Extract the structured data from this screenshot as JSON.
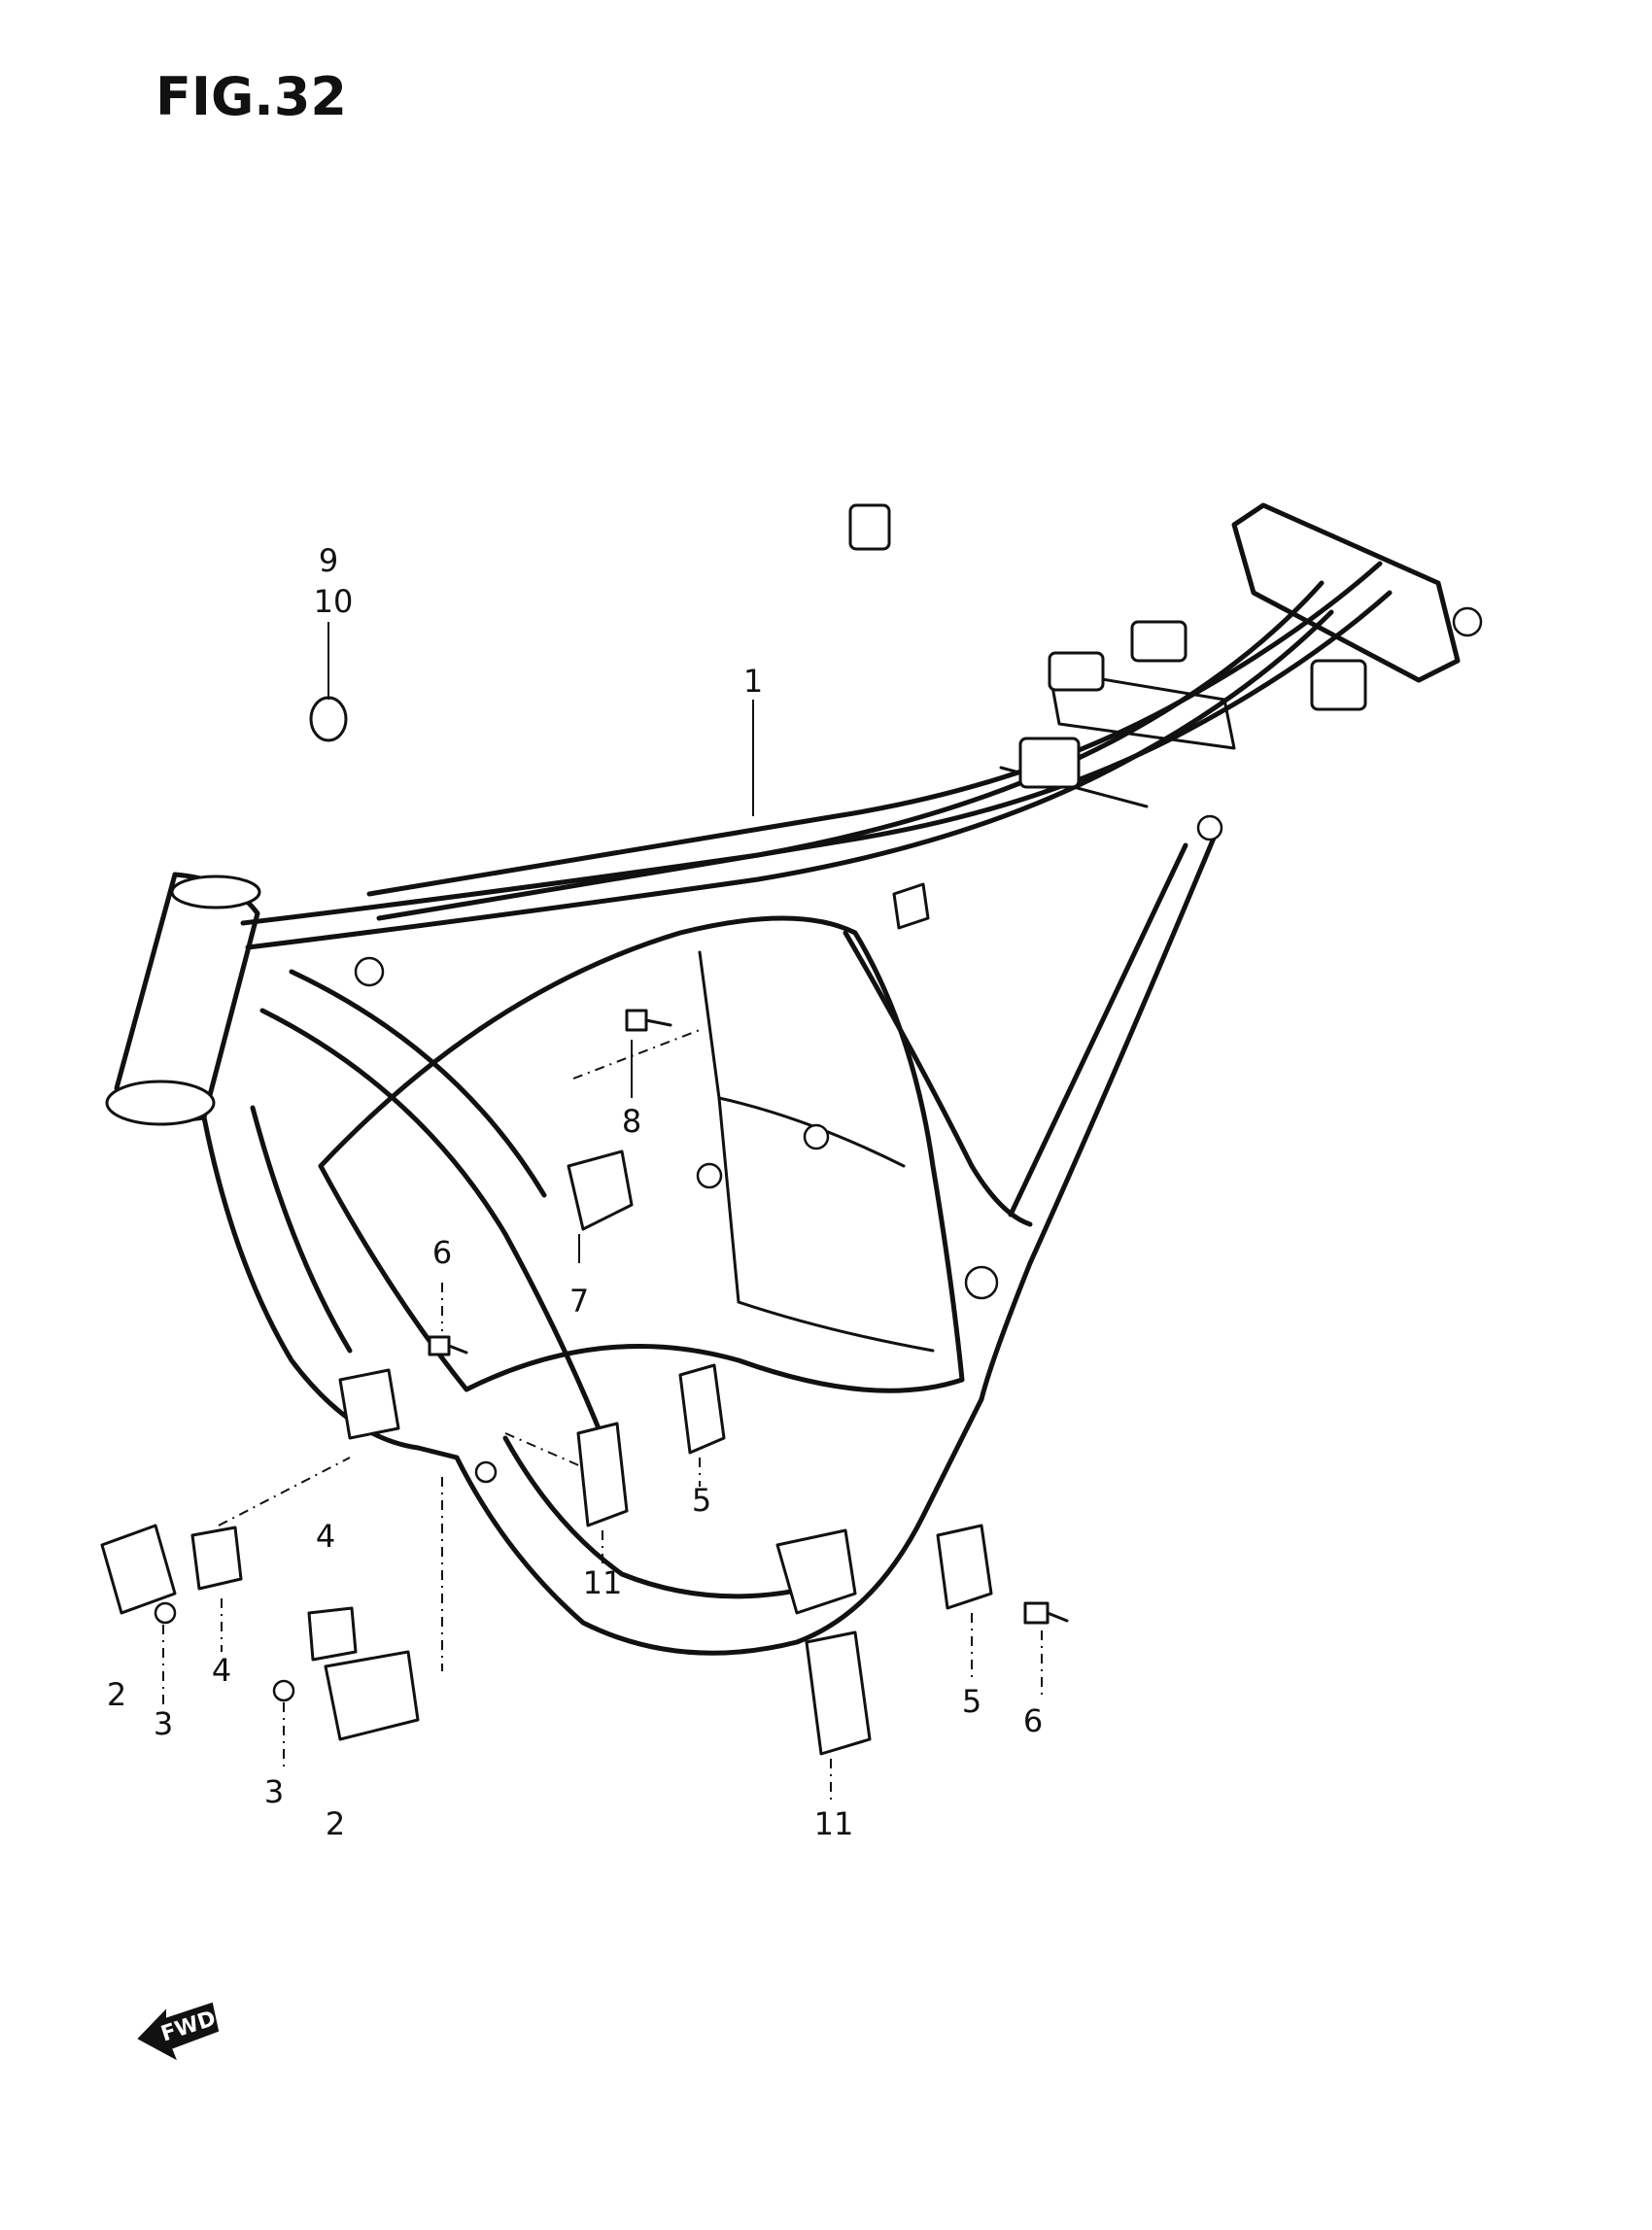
{
  "figure": {
    "title": "FIG.32"
  },
  "callouts": [
    {
      "label": "9"
    },
    {
      "label": "10"
    },
    {
      "label": "1"
    },
    {
      "label": "8"
    },
    {
      "label": "7"
    },
    {
      "label": "6"
    },
    {
      "label": "5"
    },
    {
      "label": "11"
    },
    {
      "label": "4"
    },
    {
      "label": "4"
    },
    {
      "label": "2"
    },
    {
      "label": "3"
    },
    {
      "label": "3"
    },
    {
      "label": "2"
    },
    {
      "label": "11"
    },
    {
      "label": "5"
    },
    {
      "label": "6"
    }
  ],
  "forward_arrow": {
    "label": "FWD"
  },
  "colors": {
    "ink": "#111111",
    "paper": "#ffffff"
  }
}
